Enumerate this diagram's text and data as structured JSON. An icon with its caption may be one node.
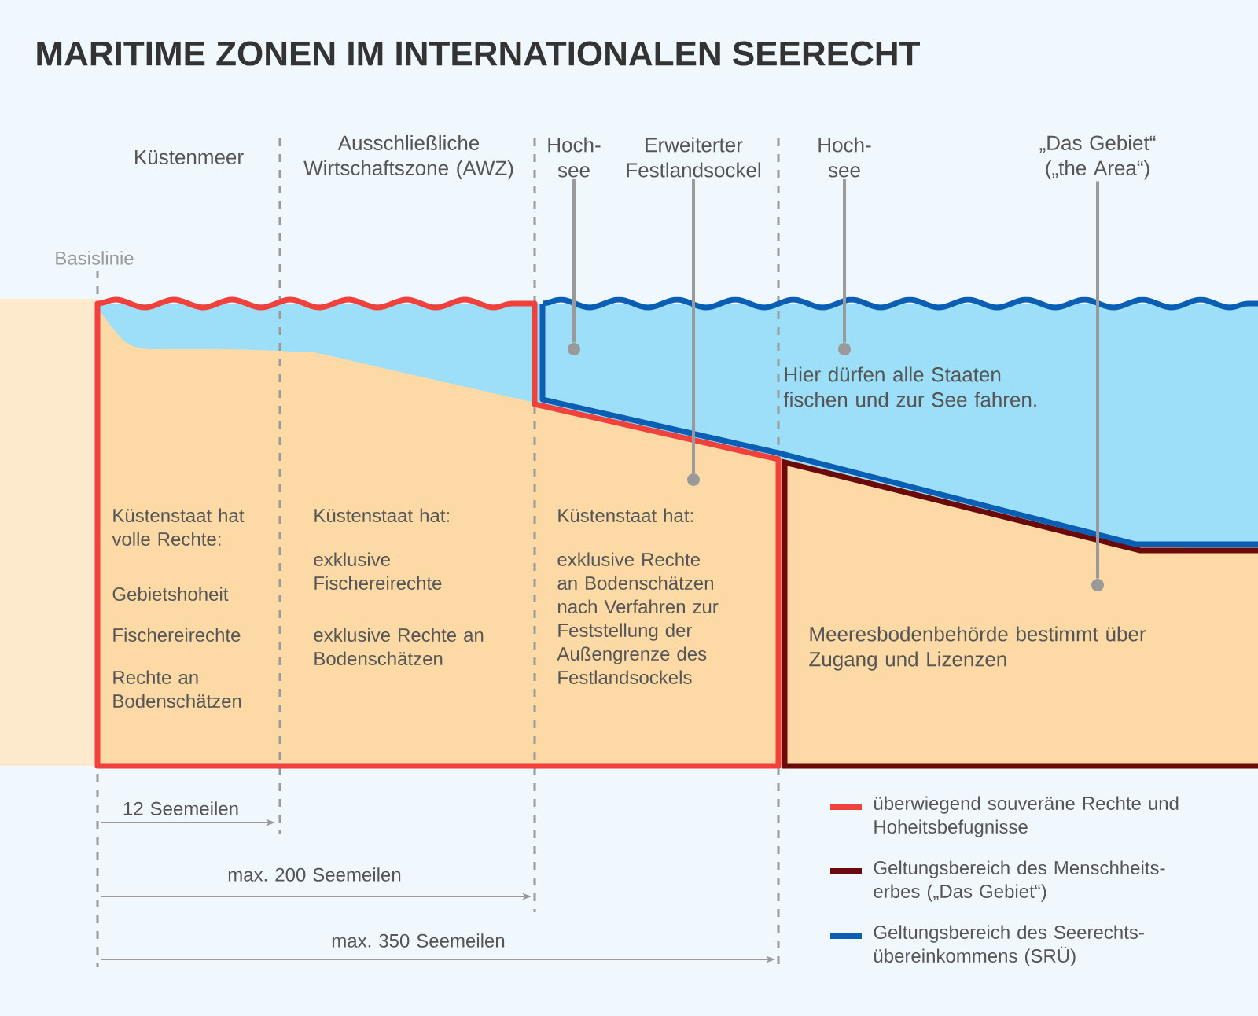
{
  "diagram": {
    "title": "MARITIME ZONEN IM INTERNATIONALEN SEERECHT",
    "nodes": [
      {
        "text": [
          "Hoch- see"
        ]
      },
      {
        "text": [
          "Erweiterter Festlandsockel"
        ]
      },
      {
        "text": [
          "Hoch- see"
        ]
      },
      {
        "text": [
          "„Das Gebiet“ („the Area“)"
        ]
      },
      {
        "text": [],
        "shape": "circle"
      },
      {
        "text": [],
        "shape": "circle"
      },
      {
        "text": [],
        "shape": "circle"
      },
      {
        "text": [],
        "shape": "circle"
      }
    ],
    "edges": [
      {
        "from": 0,
        "to": 4,
        "arrow": "none"
      },
      {
        "from": 1,
        "to": 5,
        "arrow": "none"
      },
      {
        "from": 2,
        "to": 6,
        "arrow": "none"
      },
      {
        "from": 3,
        "to": 7,
        "arrow": "none"
      }
    ],
    "labels": [
      "Küstenmeer",
      "Ausschließliche Wirtschaftszone (AWZ)",
      "Basislinie",
      "Hier dürfen alle Staaten fischen und zur See fahren.",
      "Küstenstaat hat volle Rechte:",
      "Gebietshoheit",
      "Fischereirechte",
      "Rechte an Bodenschätzen",
      "Küstenstaat hat:",
      "exklusive Fischereirechte",
      "exklusive Rechte an Bodenschätzen",
      "Küstenstaat hat:",
      "exklusive Rechte an Bodenschätzen nach Verfahren zur Feststellung der Außengrenze des Festlandsockels",
      "Meeresbodenbehörde bestimmt über Zugang und Lizenzen",
      "12 Seemeilen",
      "max. 200 Seemeilen",
      "max. 350 Seemeilen"
    ],
    "legend": [
      {
        "text": "überwiegend souveräne Rechte und Hoheitsbefugnisse",
        "color": "#f0413c"
      },
      {
        "text": "Geltungsbereich des Menschheits- erbes („Das Gebiet“)",
        "color": "#6b0a0a"
      },
      {
        "text": "Geltungsbereich des Seerechts- übereinkommens (SRÜ)",
        "color": "#0a5fb4"
      }
    ]
  }
}
